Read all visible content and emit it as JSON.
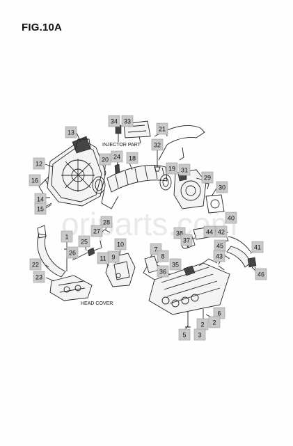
{
  "figure": {
    "title": "FIG.10A",
    "watermark": "oriparts.com",
    "captions": {
      "injector_part": "INJECTOR PART",
      "head_cover": "HEAD COVER"
    }
  },
  "callouts": [
    "1",
    "2",
    "3",
    "5",
    "6",
    "7",
    "8",
    "9",
    "10",
    "11",
    "12",
    "13",
    "14",
    "15",
    "16",
    "18",
    "19",
    "20",
    "21",
    "22",
    "23",
    "24",
    "25",
    "26",
    "27",
    "28",
    "29",
    "30",
    "31",
    "32",
    "33",
    "34",
    "35",
    "36",
    "37",
    "38",
    "40",
    "41",
    "42",
    "43",
    "44",
    "45",
    "46"
  ],
  "colors": {
    "callout_fill": "#c9c9c9",
    "line": "#222222",
    "watermark": "#d9d9d9"
  }
}
